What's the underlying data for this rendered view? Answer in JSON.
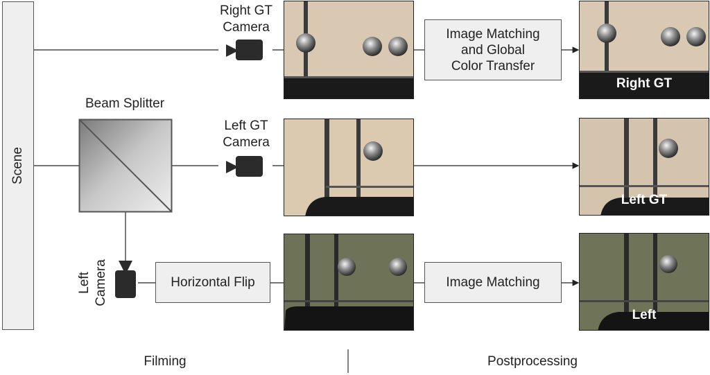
{
  "scene": {
    "label": "Scene"
  },
  "beam_splitter": {
    "label": "Beam Splitter"
  },
  "cameras": {
    "right_gt": {
      "line1": "Right GT",
      "line2": "Camera"
    },
    "left_gt": {
      "line1": "Left GT",
      "line2": "Camera"
    },
    "left": {
      "line1": "Left",
      "line2": "Camera"
    }
  },
  "process_boxes": {
    "image_matching_color": {
      "line1": "Image Matching",
      "line2": "and Global",
      "line3": "Color Transfer"
    },
    "horizontal_flip": {
      "label": "Horizontal Flip"
    },
    "image_matching": {
      "label": "Image Matching"
    }
  },
  "outputs": {
    "right_gt": "Right GT",
    "left_gt": "Left GT",
    "left": "Left"
  },
  "footer": {
    "filming": "Filming",
    "postprocessing": "Postprocessing"
  },
  "colors": {
    "box_fill": "#efefef",
    "box_stroke": "#555555",
    "wall_beige": "#d8c8b4",
    "wall_green": "#6f7358",
    "table_dark": "#1a1a1a"
  }
}
